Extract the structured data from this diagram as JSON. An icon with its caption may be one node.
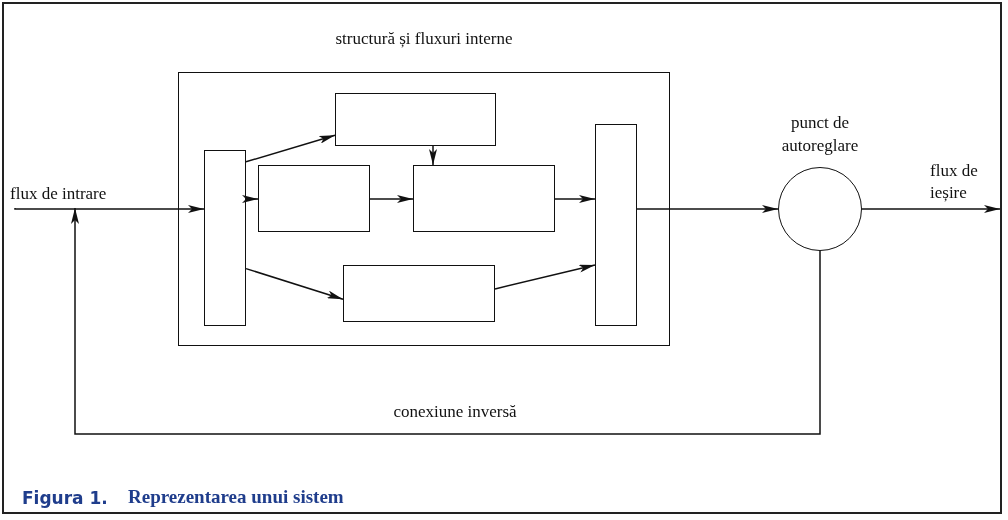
{
  "diagram": {
    "caption": "Reprezentarea unui sistem",
    "nodes": [
      {
        "text": [
          "structură și fluxuri interne"
        ]
      },
      {
        "text": [],
        "shape": "box",
        "in": 0
      },
      {
        "text": [],
        "shape": "box",
        "in": 0
      },
      {
        "text": [],
        "shape": "box",
        "in": 0
      },
      {
        "text": [],
        "shape": "box",
        "in": 0
      },
      {
        "text": [],
        "shape": "box",
        "in": 0
      },
      {
        "text": [],
        "shape": "box",
        "in": 0
      },
      {
        "text": [
          "punct de autoreglare"
        ]
      },
      {
        "text": [
          "flux de intrare"
        ]
      }
    ],
    "edges": [
      {
        "from": 1,
        "to": 2,
        "arrow": "to"
      },
      {
        "from": 1,
        "to": 3,
        "arrow": "to"
      },
      {
        "from": 1,
        "to": 5,
        "arrow": "to"
      },
      {
        "from": 2,
        "to": 4,
        "arrow": "to"
      },
      {
        "from": 3,
        "to": 4,
        "arrow": "to"
      },
      {
        "from": 4,
        "to": 6,
        "arrow": "to"
      },
      {
        "from": 5,
        "to": 6,
        "arrow": "to"
      },
      {
        "from": 6,
        "to": 7,
        "arrow": "to"
      },
      {
        "from": 8,
        "to": 1,
        "arrow": "to"
      },
      {
        "from": 7,
        "to": null,
        "arrow": "to"
      },
      {
        "from": 7,
        "to": 8,
        "arrow": "to",
        "label": "conexiune inversă"
      }
    ],
    "labels": [
      "flux de ieșire",
      "Figura 1."
    ]
  }
}
